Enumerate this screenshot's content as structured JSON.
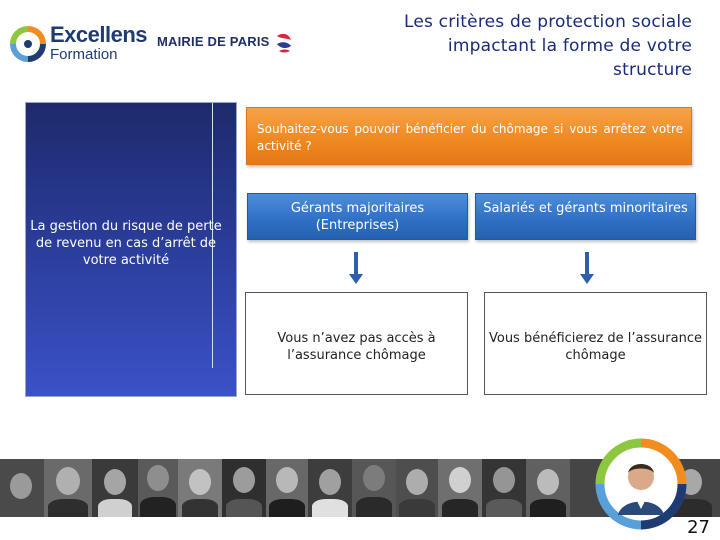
{
  "header": {
    "brand_name": "Excellens",
    "brand_sub": "Formation",
    "partner_name": "MAIRIE DE PARIS",
    "title_line1": "Les critères de protection sociale",
    "title_line2": "impactant la forme de votre",
    "title_line3": "structure"
  },
  "side_panel": {
    "text": "La gestion du risque de perte de revenu en cas d’arrêt de votre activité"
  },
  "question": {
    "text": "Souhaitez-vous pouvoir bénéficier du chômage si vous arrêtez votre activité ?"
  },
  "columns": [
    {
      "category": "Gérants majoritaires (Entreprises)",
      "result": "Vous n’avez pas accès à l’assurance chômage"
    },
    {
      "category": "Salariés et gérants minoritaires",
      "result": "Vous bénéficierez de l’assurance chômage"
    }
  ],
  "footer": {
    "page_number": "27"
  },
  "colors": {
    "title": "#1a2a7a",
    "side_panel": "#2d3fa0",
    "question_orange": "#ef8a22",
    "category_blue": "#2e6fc4",
    "arrow_blue": "#2c5fae"
  },
  "icons": [
    "excellens-logo-icon",
    "mairie-de-paris-logo-icon",
    "down-arrow-icon",
    "people-circle-icon"
  ]
}
